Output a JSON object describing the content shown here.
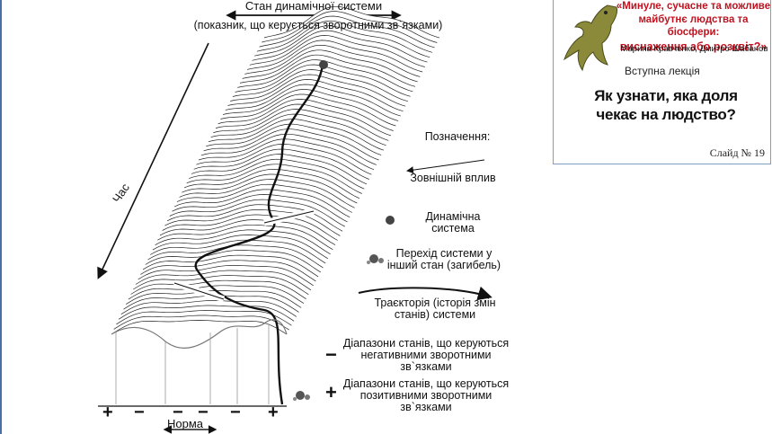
{
  "figure": {
    "state_title": "Стан динамічної системи",
    "state_subtitle": "(показник, що керується зворотними зв`язками)",
    "time_label": "Час",
    "legend": {
      "title": "Позначення:",
      "external": "Зовнішній вплив",
      "dynamic": "Динамічна система",
      "transition": "Перехід системи у інший стан (загибель)",
      "trajectory": "Траєкторія (історія змін станів) системи",
      "negative": "Діапазони станів, що керуються негативними зворотними зв`язками",
      "positive": "Діапазони станів, що керуються позитивними зворотними зв`язками",
      "minus_sign": "−",
      "plus_sign": "+"
    },
    "axis_signs": [
      "+",
      "−",
      "−",
      "−",
      "−",
      "+"
    ],
    "norm_label": "Норма"
  },
  "panel": {
    "title_line1": "«Минуле, сучасне та можливе",
    "title_line2": "майбутнє людства та біосфери:",
    "title_line3": "виснаження або розквіт?»",
    "authors": "Марина Кравченко, Дмитро Шабанов",
    "lecture": "Вступна лекція",
    "question_line1": "Як узнати, яка доля",
    "question_line2": "чекає на людство?",
    "slide_number": "Слайд № 19"
  },
  "colors": {
    "panel_title": "#c1121f",
    "panel_border": "#7f9fc3",
    "ink": "#111111"
  }
}
